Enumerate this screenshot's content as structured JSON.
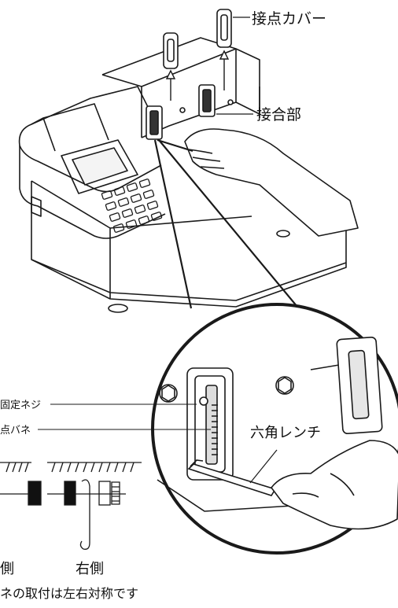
{
  "labels": {
    "contact_cover": "接点カバー",
    "joint": "接合部",
    "hex_wrench": "六角レンチ",
    "fixing_screw": "固定ネジ",
    "contact_spring": "点バネ",
    "left_side": "側",
    "right_side": "右側",
    "symmetry_note": "ネの取付は左右対称です"
  }
}
